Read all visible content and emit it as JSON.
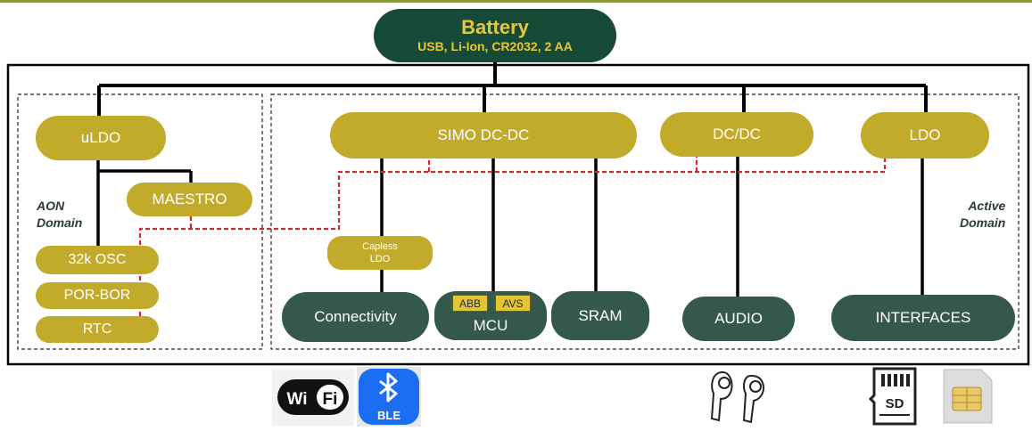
{
  "battery": {
    "title": "Battery",
    "subtitle": "USB, Li-Ion, CR2032, 2 AA"
  },
  "aon_domain": {
    "label_line1": "AON",
    "label_line2": "Domain"
  },
  "active_domain": {
    "label_line1": "Active",
    "label_line2": "Domain"
  },
  "aon_blocks": {
    "uldo": "uLDO",
    "maestro": "MAESTRO",
    "osc": "32k OSC",
    "porbor": "POR-BOR",
    "rtc": "RTC"
  },
  "active_blocks": {
    "simo": "SIMO DC-DC",
    "dcdc": "DC/DC",
    "ldo": "LDO",
    "capless_line1": "Capless",
    "capless_line2": "LDO"
  },
  "loads": {
    "connectivity": "Connectivity",
    "mcu": "MCU",
    "abb": "ABB",
    "avs": "AVS",
    "sram": "SRAM",
    "audio": "AUDIO",
    "interfaces": "INTERFACES"
  },
  "icons": {
    "wifi_word": "Wi Fi",
    "ble": "BLE",
    "sd": "SD"
  },
  "colors": {
    "battery_bg": "#174a36",
    "battery_text": "#e7c63a",
    "regulator": "#c2ab2a",
    "load": "#35584c",
    "control_line": "#e0202a"
  }
}
